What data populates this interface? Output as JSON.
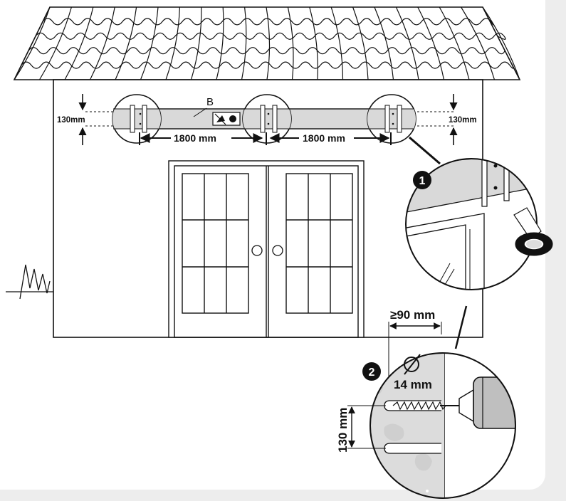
{
  "labels": {
    "rail_marker": "B",
    "left_offset": "130mm",
    "right_offset": "130mm",
    "span_left": "1800 mm",
    "span_right": "1800 mm",
    "min_depth": "≥90 mm",
    "drill_diameter": "14 mm",
    "hole_spacing": "130 mm",
    "step_one": "1",
    "step_two": "2"
  },
  "colors": {
    "line": "#111111",
    "rail_fill": "#d9d9d9",
    "wall_fill": "#dcdcdc",
    "drill_fill": "#bfbfbf",
    "page_background": "#ededed"
  },
  "icons": {
    "diameter": "diameter-symbol",
    "tape": "tape-roll",
    "drill": "drill-bit"
  }
}
